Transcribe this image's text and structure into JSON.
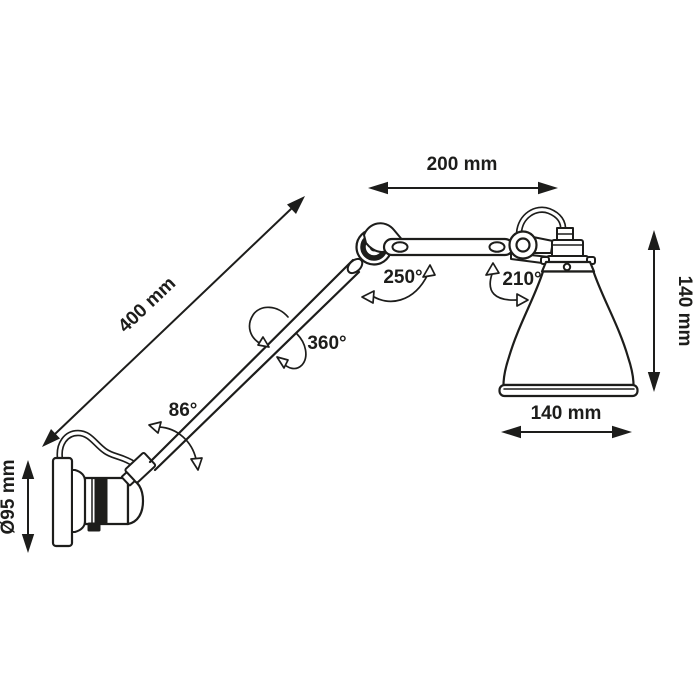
{
  "diagram": {
    "subject": "articulated-wall-lamp-dimensional-drawing",
    "colors": {
      "line": "#1d1d1b",
      "background": "#ffffff"
    },
    "labels": {
      "upper_arm_length": "200 mm",
      "lower_arm_length": "400 mm",
      "shade_height": "140 mm",
      "shade_diameter": "140 mm",
      "base_diameter": "Ø95 mm",
      "elbow_rotation": "250°",
      "head_rotation": "210°",
      "arm_axial_rotation": "360°",
      "base_pivot_angle": "86°"
    }
  }
}
